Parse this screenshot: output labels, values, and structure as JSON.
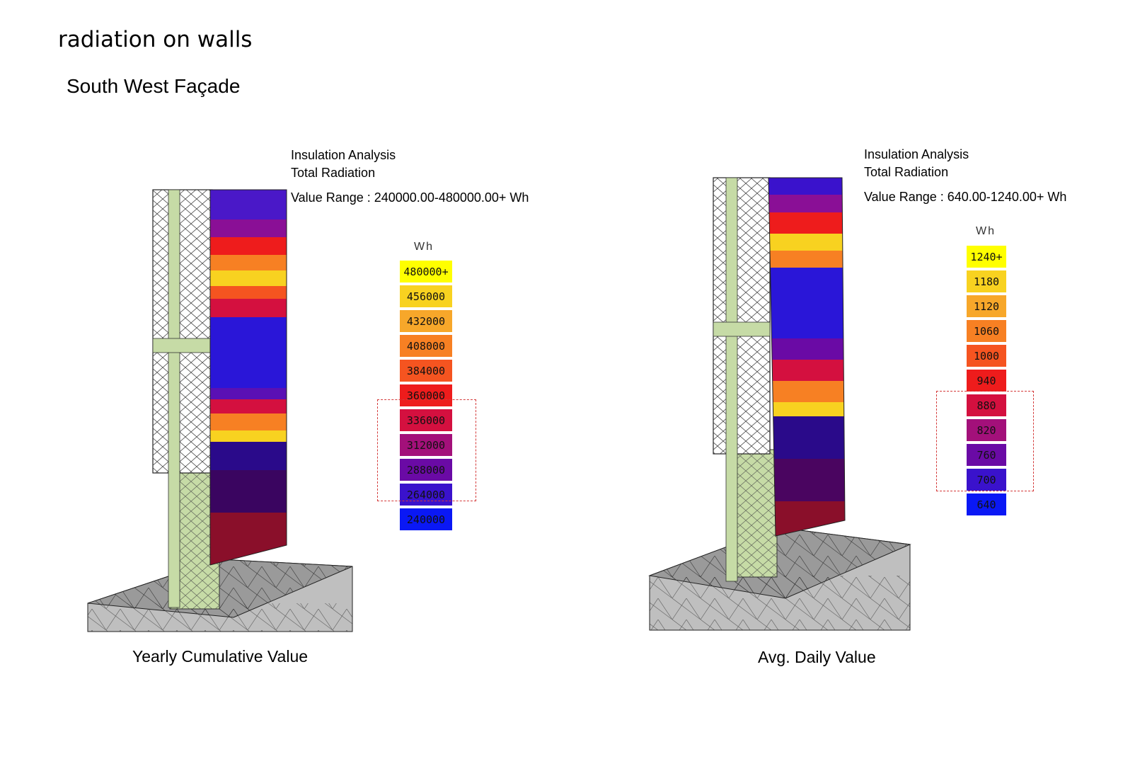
{
  "page": {
    "title": "radiation on walls",
    "subtitle": "South West Façade"
  },
  "panels": [
    {
      "caption": "Yearly Cumulative Value",
      "analysis_title": "Insulation Analysis",
      "analysis_metric": "Total Radiation",
      "value_range": "Value Range : 240000.00-480000.00+ Wh",
      "legend_unit": "Wh",
      "legend": [
        {
          "label": "480000+",
          "color": "#ffff00"
        },
        {
          "label": "456000",
          "color": "#f8d220"
        },
        {
          "label": "432000",
          "color": "#f7a72a"
        },
        {
          "label": "408000",
          "color": "#f78023"
        },
        {
          "label": "384000",
          "color": "#f55420"
        },
        {
          "label": "360000",
          "color": "#ee1c1c"
        },
        {
          "label": "336000",
          "color": "#d4103f"
        },
        {
          "label": "312000",
          "color": "#a3107a"
        },
        {
          "label": "288000",
          "color": "#6a0aa5"
        },
        {
          "label": "264000",
          "color": "#3a12cc"
        },
        {
          "label": "240000",
          "color": "#0a18f5"
        }
      ]
    },
    {
      "caption": "Avg. Daily Value",
      "analysis_title": "Insulation Analysis",
      "analysis_metric": "Total Radiation",
      "value_range": "Value Range : 640.00-1240.00+ Wh",
      "legend_unit": "Wh",
      "legend": [
        {
          "label": "1240+",
          "color": "#ffff00"
        },
        {
          "label": "1180",
          "color": "#f8d220"
        },
        {
          "label": "1120",
          "color": "#f7a72a"
        },
        {
          "label": "1060",
          "color": "#f78023"
        },
        {
          "label": "1000",
          "color": "#f55420"
        },
        {
          "label": "940",
          "color": "#ee1c1c"
        },
        {
          "label": "880",
          "color": "#d4103f"
        },
        {
          "label": "820",
          "color": "#a3107a"
        },
        {
          "label": "760",
          "color": "#6a0aa5"
        },
        {
          "label": "700",
          "color": "#3a12cc"
        },
        {
          "label": "640",
          "color": "#0a18f5"
        }
      ]
    }
  ],
  "colors": {
    "highlight_dashed": "#d43a3a",
    "frame_green": "#c6dba6",
    "base_gray": "#bfbfbf"
  },
  "icons": [
    "tower-model-icon"
  ]
}
